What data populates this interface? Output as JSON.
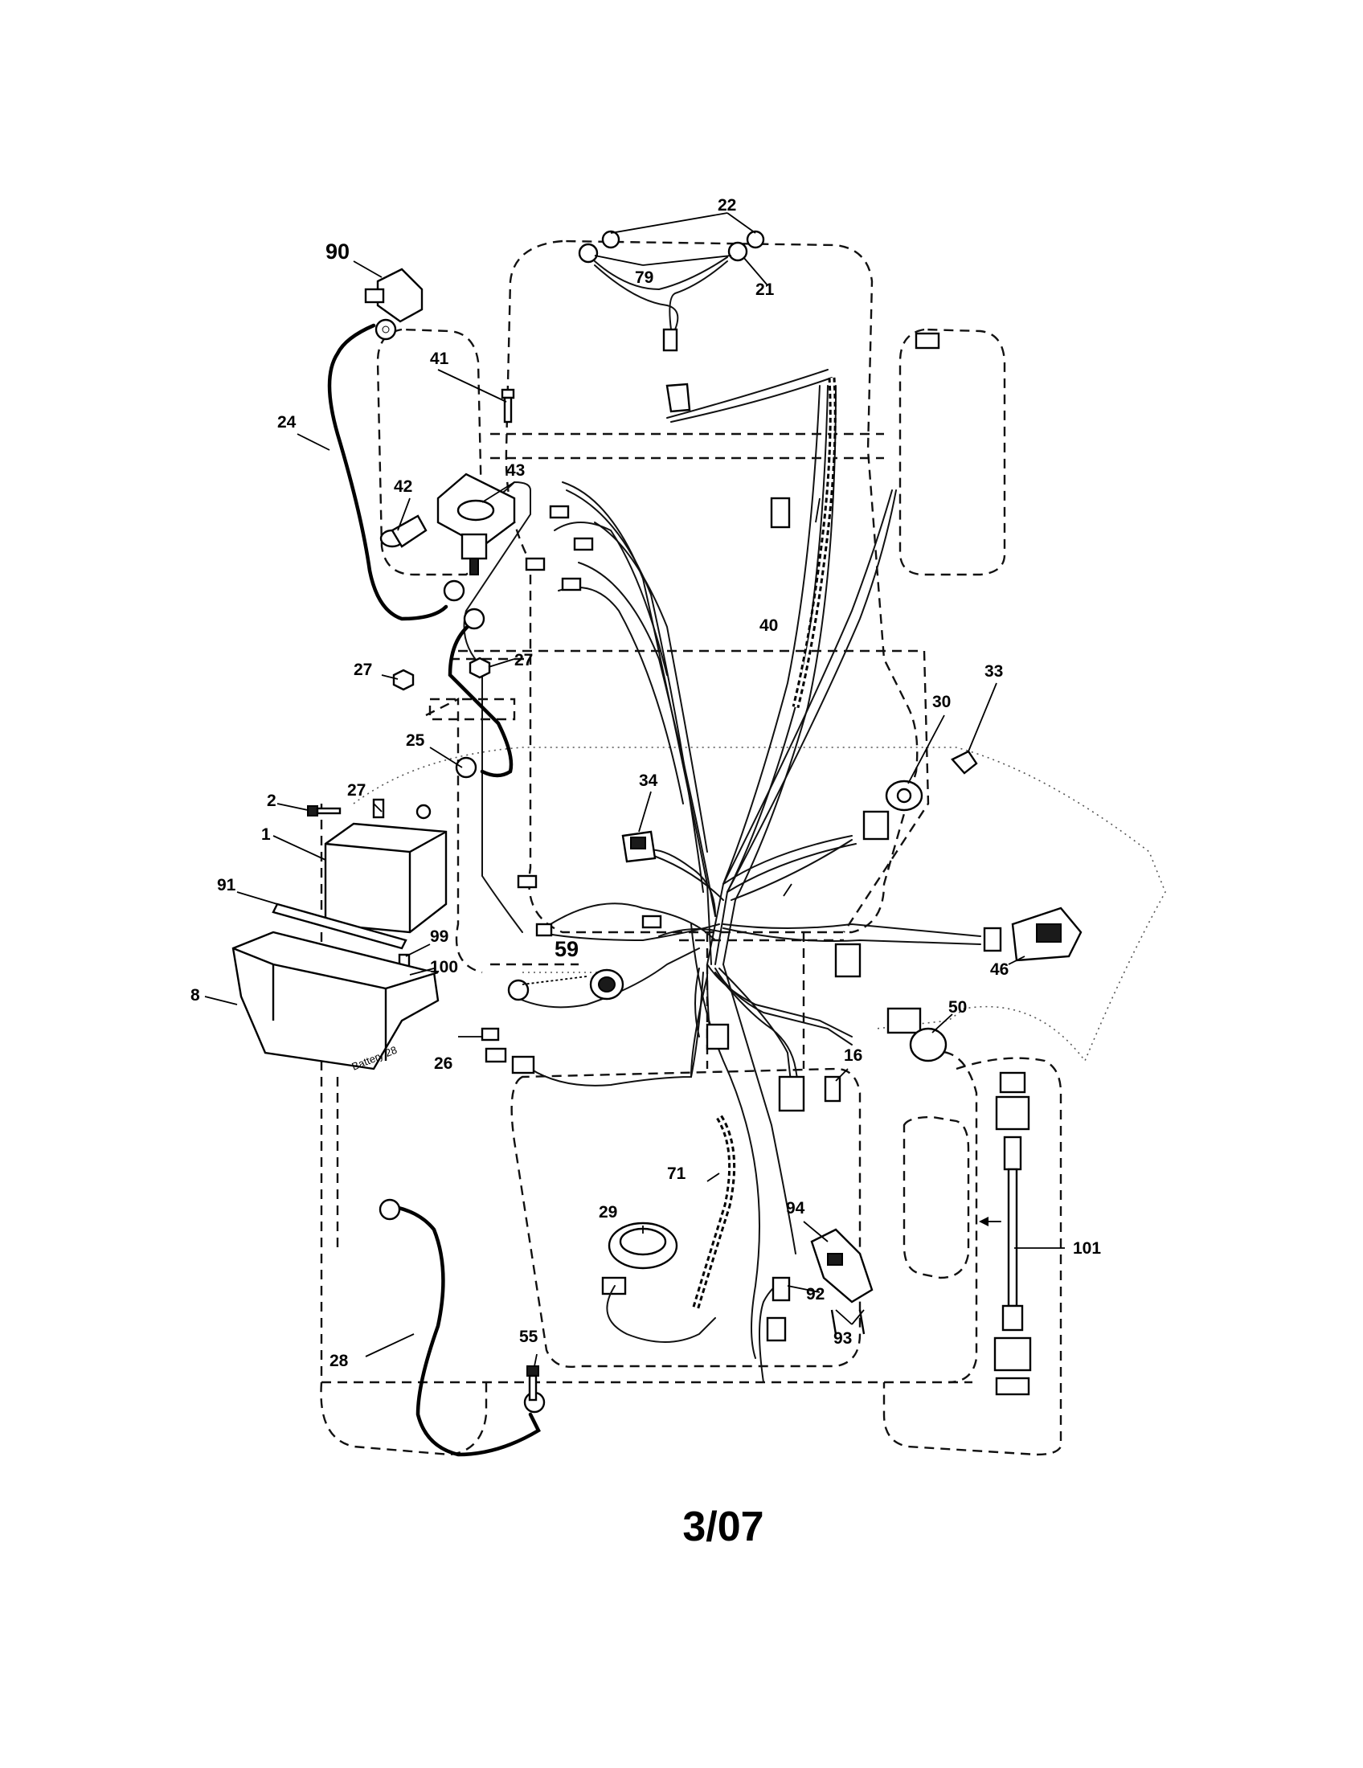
{
  "callouts": {
    "p1": "1",
    "p2": "2",
    "p8": "8",
    "p16": "16",
    "p21": "21",
    "p22": "22",
    "p24": "24",
    "p25": "25",
    "p26": "26",
    "p27a": "27",
    "p27b": "27",
    "p27c": "27",
    "p28": "28",
    "p29": "29",
    "p30": "30",
    "p33": "33",
    "p34": "34",
    "p40": "40",
    "p41": "41",
    "p42": "42",
    "p43": "43",
    "p46": "46",
    "p50": "50",
    "p55": "55",
    "p59": "59",
    "p71": "71",
    "p79": "79",
    "p90": "90",
    "p91": "91",
    "p92": "92",
    "p93": "93",
    "p94": "94",
    "p99": "99",
    "p100": "100",
    "p101": "101"
  },
  "labels": {
    "battery_tray_text": "Battery 28"
  },
  "footer": {
    "code": "3/07"
  }
}
